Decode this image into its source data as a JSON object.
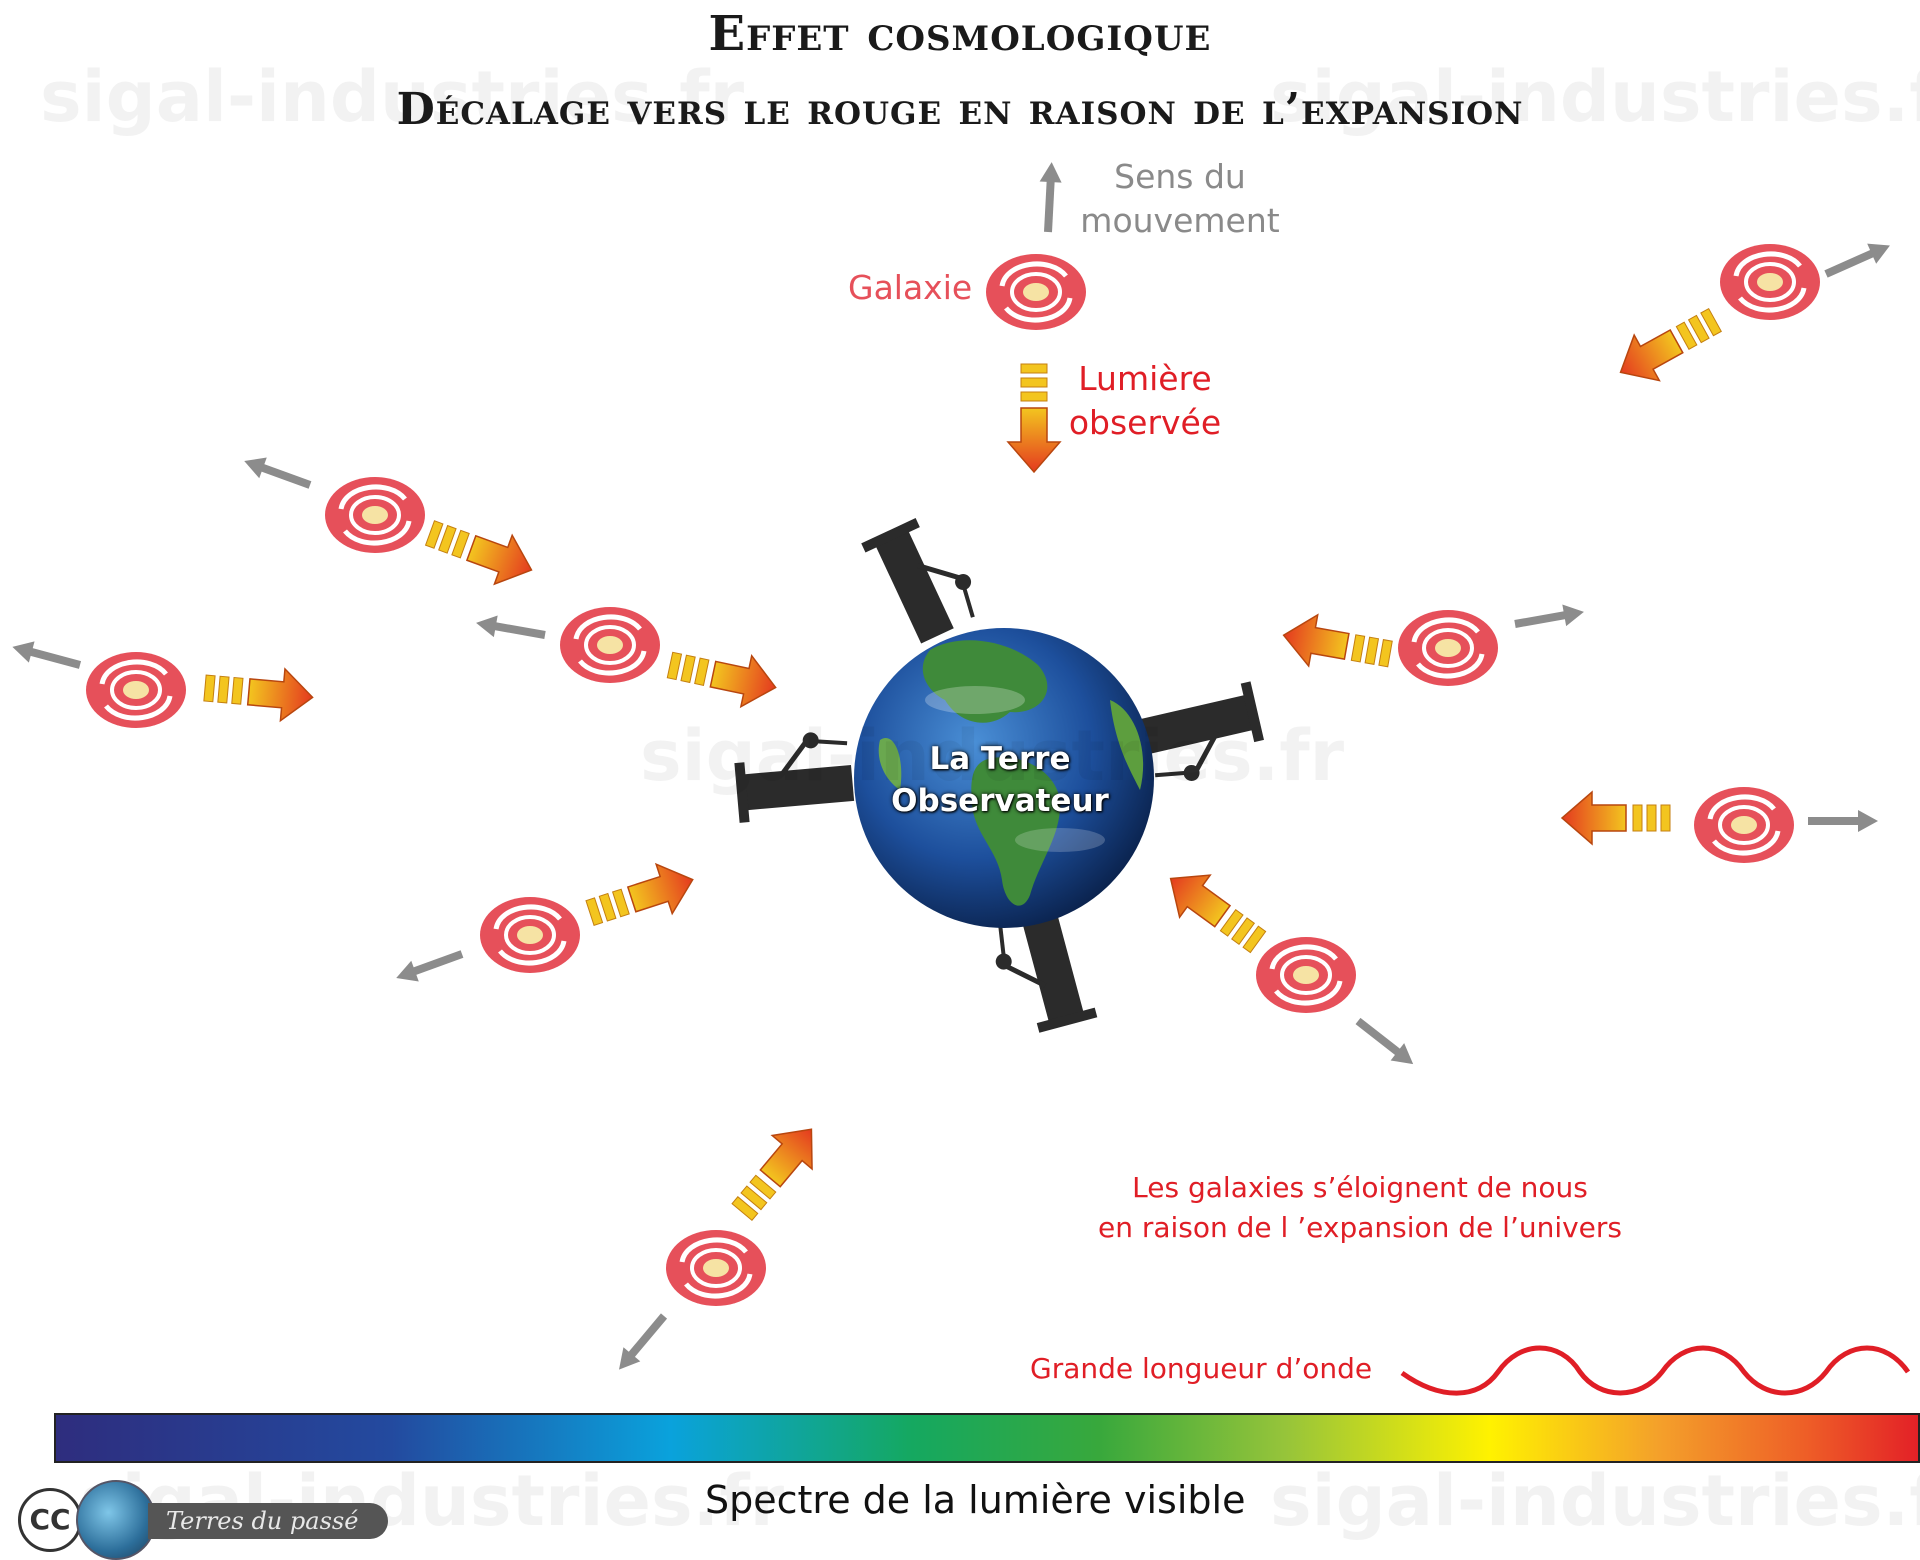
{
  "title": {
    "line1": "Effet cosmologique",
    "line2": "Décalage vers le rouge en raison de l’expansion"
  },
  "watermark": "sigal-industries.fr",
  "labels": {
    "sens_line1": "Sens du",
    "sens_line2": "mouvement",
    "galaxie": "Galaxie",
    "lumiere_line1": "Lumière",
    "lumiere_line2": "observée",
    "earth_line1": "La Terre",
    "earth_line2": "Observateur",
    "expansion_line1": "Les galaxies s’éloignent de nous",
    "expansion_line2": "en raison de l ’expansion de l’univers",
    "wavelength": "Grande longueur d’onde",
    "spectrum": "Spectre de la lumière visible"
  },
  "footer": {
    "cc": "CC",
    "brand": "Terres du passé"
  },
  "colors": {
    "galaxy": "#e6505a",
    "galaxy_core": "#f6e3a4",
    "light_arrow_start": "#f3c51f",
    "light_arrow_end": "#e43a1f",
    "motion_arrow": "#8c8c8c",
    "wave": "#e01e26",
    "ocean": "#1d4f9c",
    "land": "#3f8a3a"
  }
}
